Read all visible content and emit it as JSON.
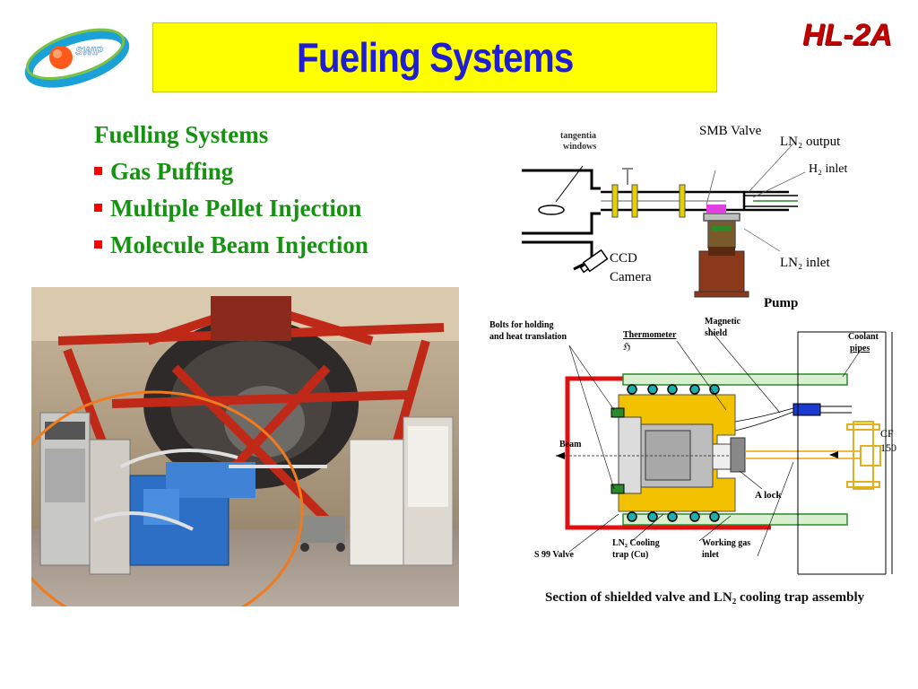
{
  "logo": {
    "text": "SWIP"
  },
  "header": {
    "title": "Fueling Systems",
    "brand": "HL-2A"
  },
  "bullets": {
    "heading": "Fuelling Systems",
    "items": [
      "Gas Puffing",
      "Multiple Pellet Injection",
      "Molecule Beam Injection"
    ]
  },
  "top_diagram": {
    "labels": {
      "tangential_windows": "tangentia windows",
      "smb_valve": "SMB Valve",
      "ln2_output": "LN₂ output",
      "h2_inlet": "H₂ inlet",
      "ln2_inlet": "LN₂ inlet",
      "ccd_camera_1": "CCD",
      "ccd_camera_2": "Camera",
      "pump": "Pump"
    }
  },
  "bottom_diagram": {
    "labels": {
      "bolts_1": "Bolts for holding",
      "bolts_2": "and heat translation",
      "thermometer": "Thermometer",
      "magnetic_shield_1": "Magnetic",
      "magnetic_shield_2": "shield",
      "coolant_pipes_1": "Coolant",
      "coolant_pipes_2": "pipes",
      "beam": "Beam",
      "cf": "CF",
      "cf_value": "150",
      "a_lock": "A lock",
      "s99_valve": "S 99 Valve",
      "ln2_trap_1": "LN₂ Cooling",
      "ln2_trap_2": "trap (Cu)",
      "working_gas_1": "Working gas",
      "working_gas_2": "inlet"
    },
    "caption": "Section of shielded valve and LN₂ cooling trap assembly"
  },
  "colors": {
    "title_bg": "#ffff00",
    "title_text": "#1f1fd1",
    "brand": "#c20000",
    "bullet_text": "#15920f",
    "bullet_marker": "#ff0000",
    "highlight_ellipse": "#f07a1e"
  }
}
